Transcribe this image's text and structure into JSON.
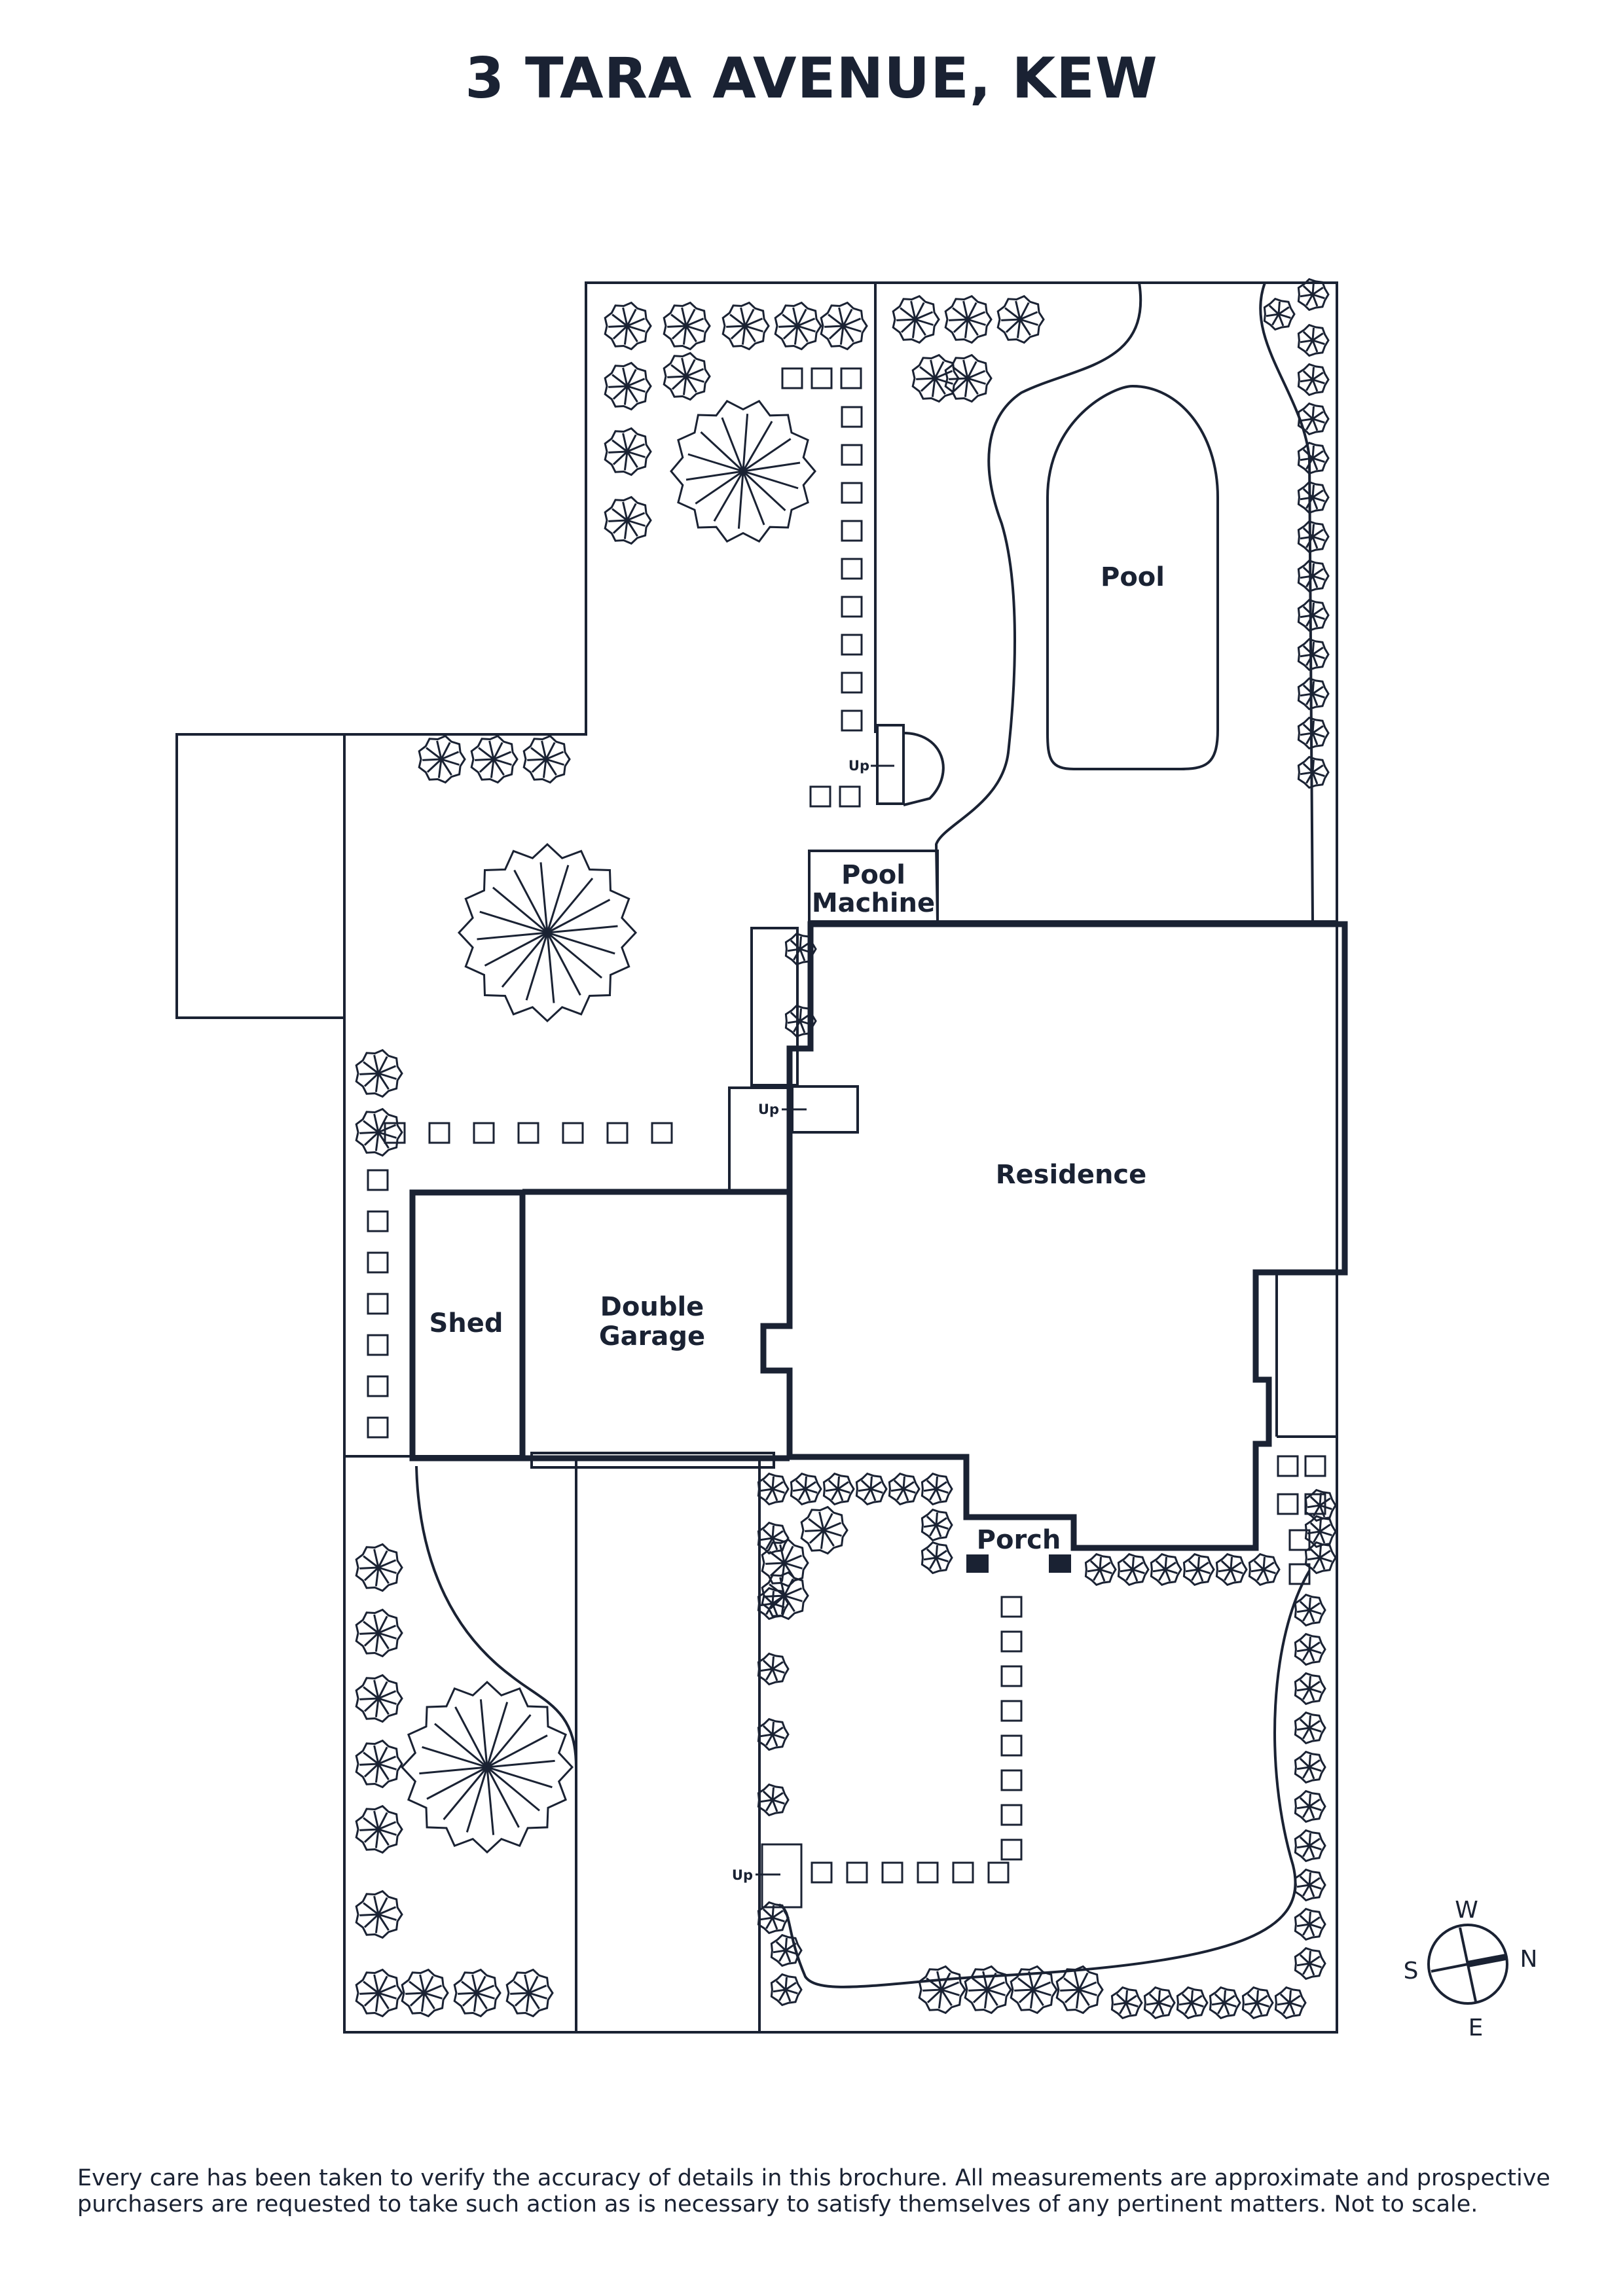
{
  "title": "3 TARA AVENUE, KEW",
  "rooms": {
    "pool": "Pool",
    "pool_machine_line1": "Pool",
    "pool_machine_line2": "Machine",
    "residence": "Residence",
    "shed": "Shed",
    "garage_line1": "Double",
    "garage_line2": "Garage",
    "porch": "Porch"
  },
  "stairs": {
    "up_1": "Up",
    "up_2": "Up",
    "up_3": "Up"
  },
  "compass": {
    "north": "N",
    "south": "S",
    "east": "E",
    "west": "W"
  },
  "disclaimer": "Every care has been taken to verify the accuracy of details in this brochure. All measurements are approximate and prospective purchasers are requested to take such action as is necessary to satisfy themselves of any pertinent matters. Not to scale.",
  "colors": {
    "ink": "#1a2233",
    "background": "#ffffff"
  }
}
